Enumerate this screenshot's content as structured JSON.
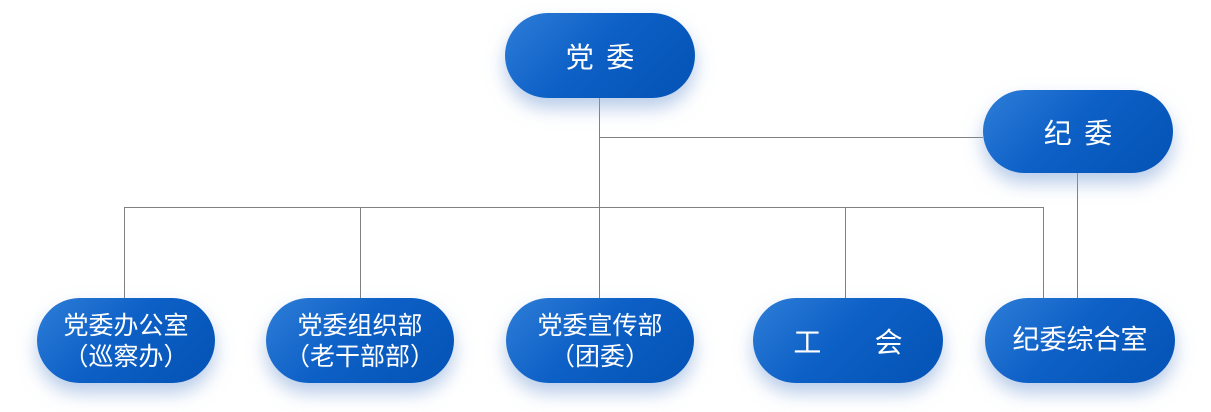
{
  "org": {
    "nodes": {
      "party_committee": {
        "label": "党委"
      },
      "discipline_committee": {
        "label": "纪委"
      },
      "party_office": {
        "line1": "党委办公室",
        "line2": "（巡察办）"
      },
      "organization_dept": {
        "line1": "党委组织部",
        "line2": "（老干部部）"
      },
      "propaganda_dept": {
        "line1": "党委宣传部",
        "line2": "（团委）"
      },
      "labor_union": {
        "label": "工　会"
      },
      "discipline_office": {
        "label": "纪委综合室"
      }
    },
    "edges": [
      {
        "from": "党委",
        "to": "党委办公室（巡察办）"
      },
      {
        "from": "党委",
        "to": "党委组织部（老干部部）"
      },
      {
        "from": "党委",
        "to": "党委宣传部（团委）"
      },
      {
        "from": "党委",
        "to": "工　会"
      },
      {
        "from": "党委",
        "to": "纪委综合室"
      },
      {
        "from": "党委",
        "to": "纪委"
      },
      {
        "from": "纪委",
        "to": "纪委综合室"
      }
    ],
    "colors": {
      "node_fill_light": "#2e7dd8",
      "node_fill_dark": "#0452b4",
      "node_text": "#ffffff",
      "connector": "#808080",
      "background": "#ffffff"
    }
  }
}
